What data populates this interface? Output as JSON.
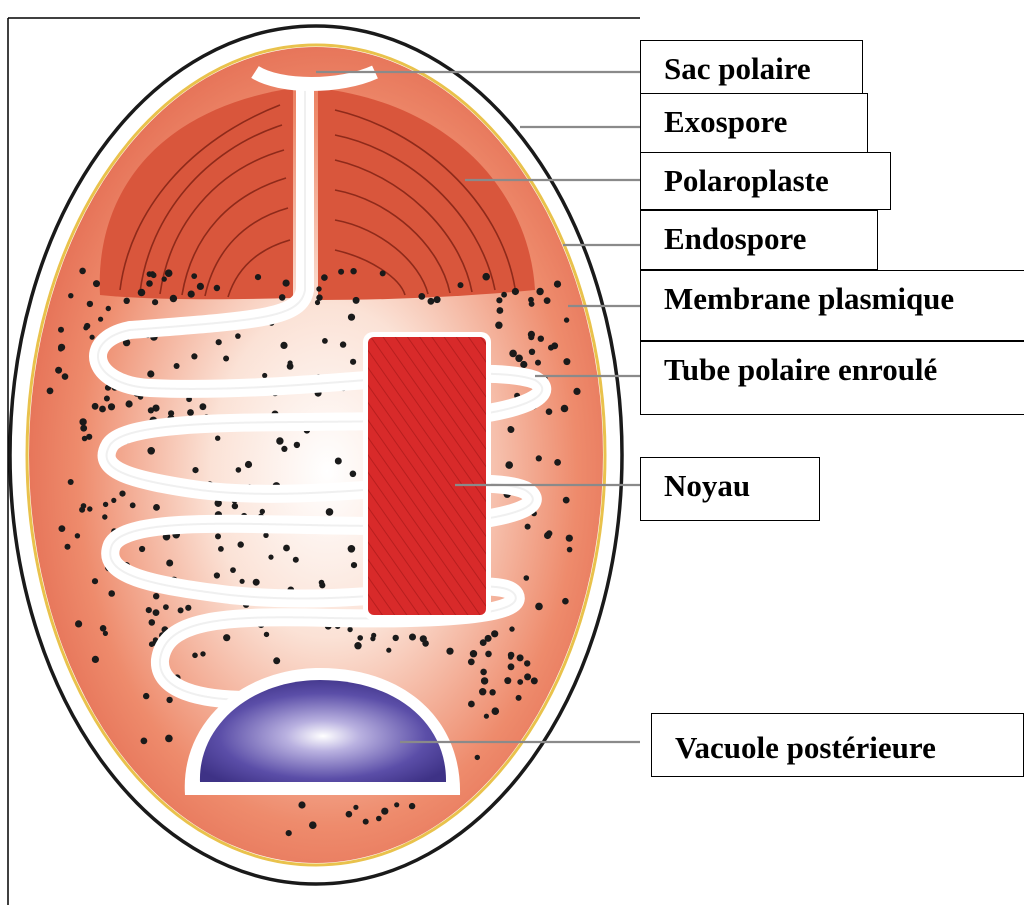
{
  "labels": {
    "sac_polaire": "Sac polaire",
    "exospore": "Exospore",
    "polaroplaste": "Polaroplaste",
    "endospore": "Endospore",
    "membrane_plasmique": "Membrane plasmique",
    "tube_polaire": "Tube polaire enroulé",
    "noyau": "Noyau",
    "vacuole": "Vacuole postérieure"
  },
  "colors": {
    "cytoplasm": "#e2674e",
    "cytoplasm_light": "#fbe2d6",
    "polaroplast": "#d9563c",
    "exospore_ring": "#e9c24c",
    "nucleus": "#d82a2a",
    "vacuole": "#4d3f9e",
    "leader_line": "#8a8a8a"
  }
}
